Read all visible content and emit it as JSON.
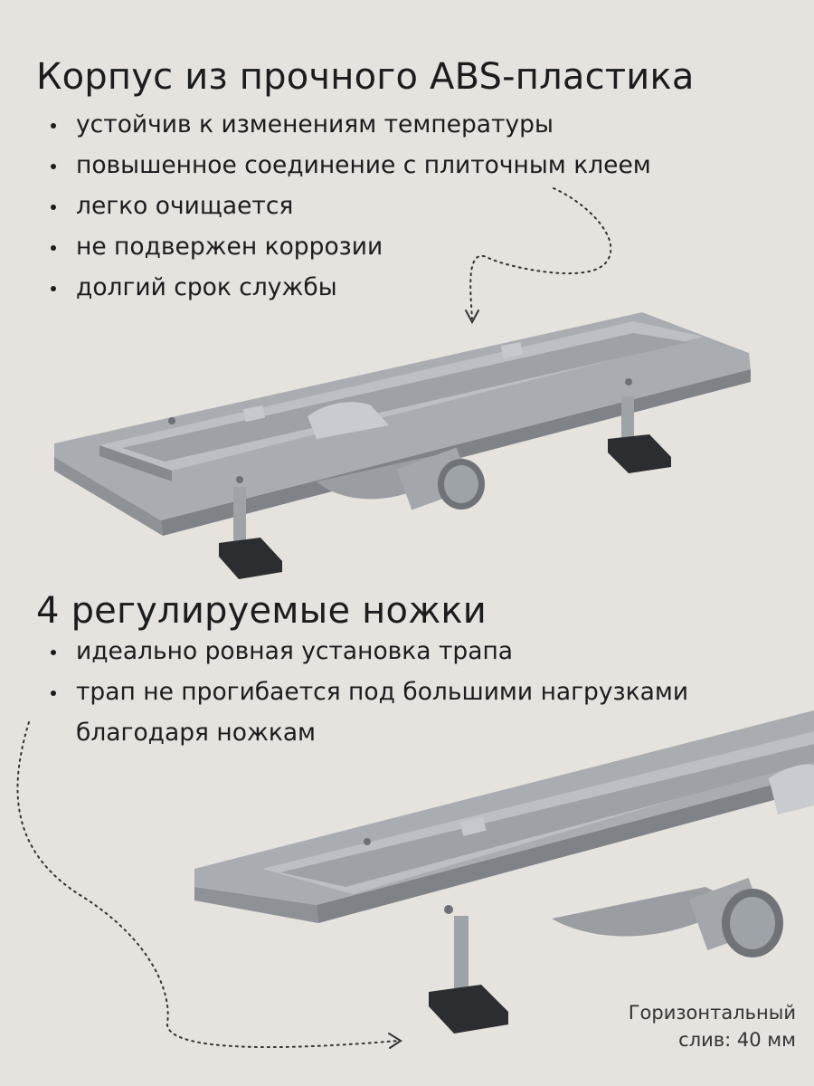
{
  "section_body": {
    "title": "Корпус из прочного ABS-пластика",
    "bullets": [
      "устойчив к изменениям температуры",
      "повышенное соединение с плиточным клеем",
      "легко очищается",
      "не подвержен коррозии",
      "долгий срок службы"
    ]
  },
  "section_legs": {
    "title": "4 регулируемые ножки",
    "bullets": [
      "идеально ровная установка трапа",
      "трап не прогибается под большими нагрузками",
      "благодаря ножкам"
    ]
  },
  "caption": {
    "line1": "Горизонтальный",
    "line2": "слив: 40 мм"
  },
  "colors": {
    "background": "#e6e2de",
    "text": "#1c1c1c",
    "plastic": "#a9adb2",
    "foot": "#2b2d31"
  }
}
